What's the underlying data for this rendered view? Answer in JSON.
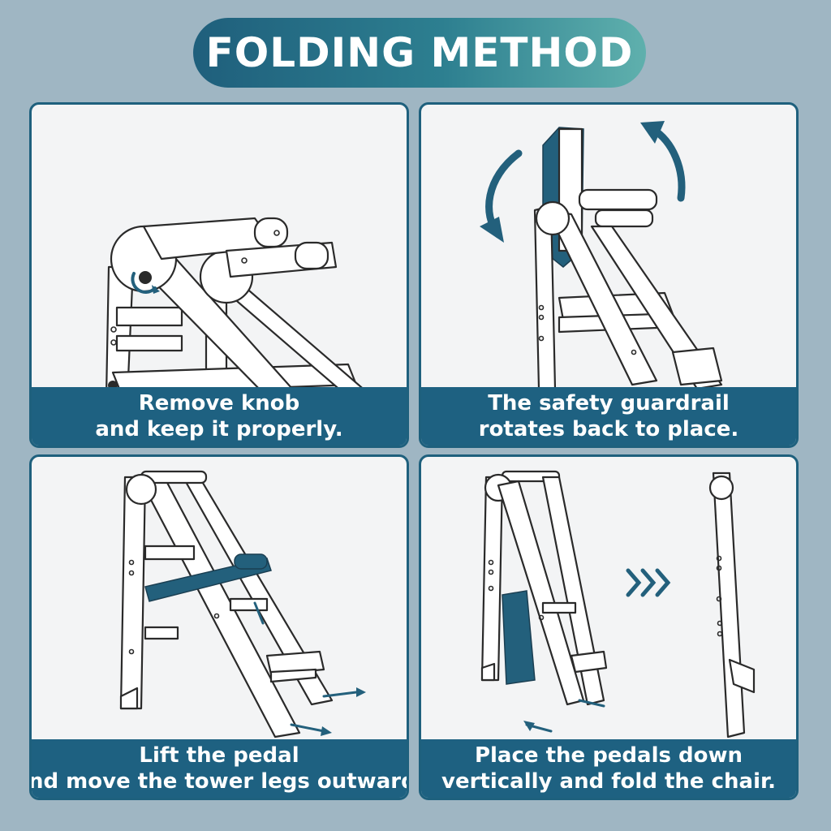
{
  "title": "FOLDING METHOD",
  "panels": [
    {
      "caption_line1": "Remove knob",
      "caption_line2": "and keep it properly."
    },
    {
      "caption_line1": "The safety guardrail",
      "caption_line2": "rotates back to place."
    },
    {
      "caption_line1": "Lift the pedal",
      "caption_line2": "and move the tower legs outward."
    },
    {
      "caption_line1": "Place the pedals down",
      "caption_line2": "vertically and fold the chair."
    }
  ],
  "colors": {
    "background": "#9fb6c3",
    "accent": "#1e6181",
    "title_gradient_end": "#5fb0ad"
  },
  "icons": [
    "knob-rotate-arrow-icon",
    "rotate-arrows-icon",
    "outward-arrows-icon",
    "chevron-right-triple-icon"
  ]
}
